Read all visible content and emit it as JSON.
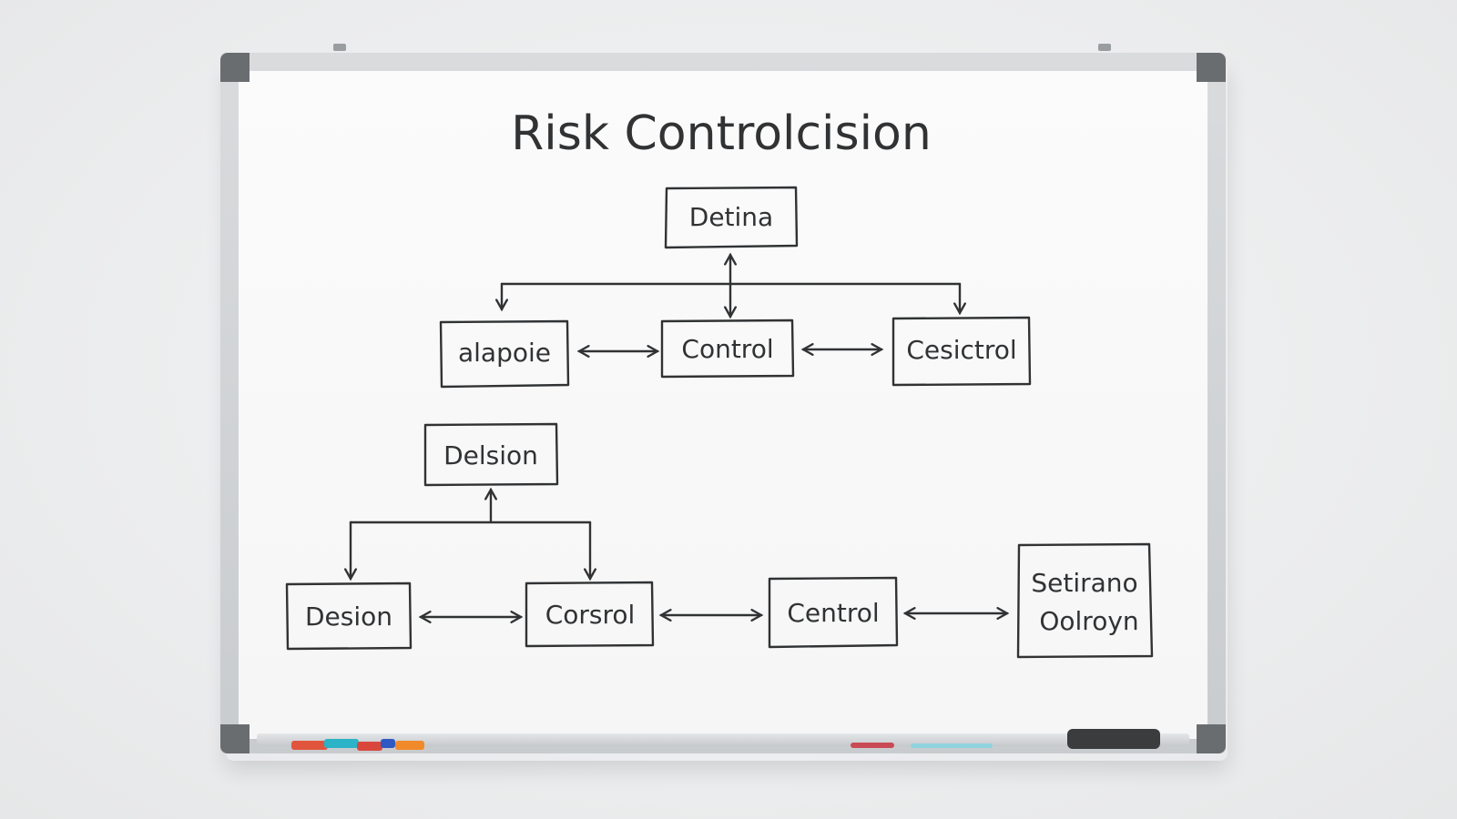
{
  "title": "Risk Controlcision",
  "nodes": {
    "top": "Detina",
    "left_1": "alapoie",
    "center_1": "Control",
    "right_1": "Cesictrol",
    "decision": "Delsion",
    "bottom_1": "Desion",
    "bottom_2": "Corsrol",
    "bottom_3": "Centrol",
    "bottom_4_line1": "Setirano",
    "bottom_4_line2": "Oolroyn"
  },
  "colors": {
    "ink": "#303234",
    "frame": "#c9cccf",
    "corner": "#6a6d70"
  }
}
